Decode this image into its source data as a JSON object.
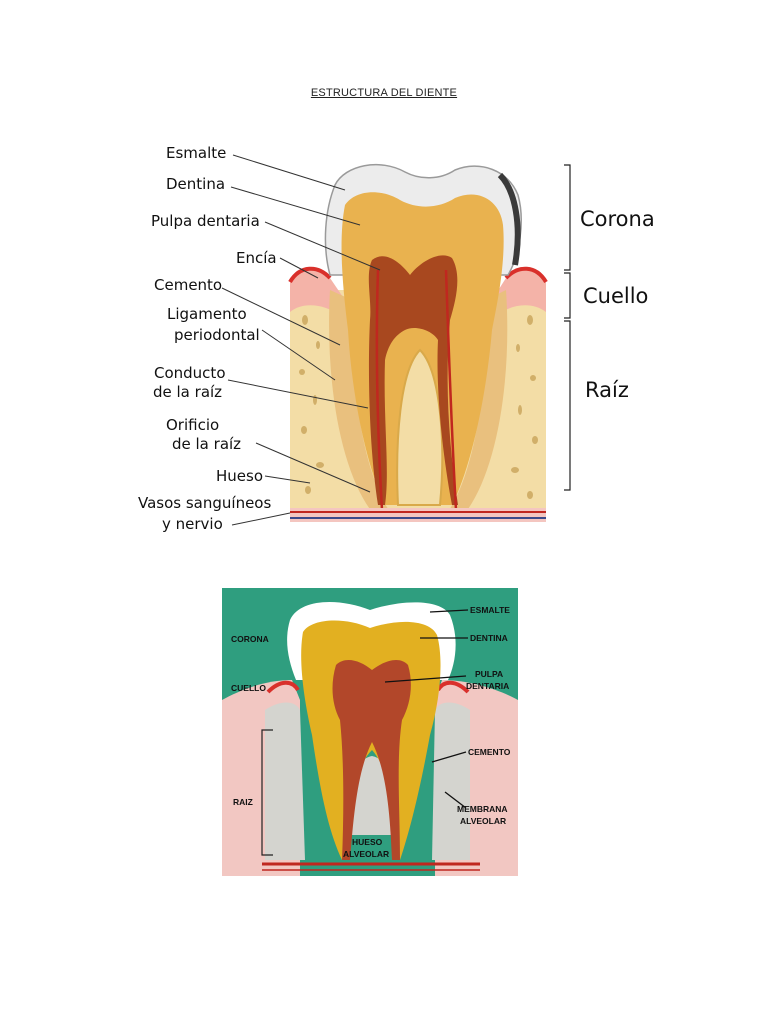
{
  "document": {
    "title": "ESTRUCTURA DEL DIENTE"
  },
  "figure1": {
    "labels": {
      "esmalte": "Esmalte",
      "dentina": "Dentina",
      "pulpa": "Pulpa dentaria",
      "encia": "Encía",
      "cemento": "Cemento",
      "ligamento_1": "Ligamento",
      "ligamento_2": "periodontal",
      "conducto_1": "Conducto",
      "conducto_2": "de la raíz",
      "orificio_1": "Orificio",
      "orificio_2": "de la raíz",
      "hueso": "Hueso",
      "vasos_1": "Vasos sanguíneos",
      "vasos_2": "y nervio"
    },
    "regions": {
      "corona": "Corona",
      "cuello": "Cuello",
      "raiz": "Raíz"
    }
  },
  "figure2": {
    "left_labels": {
      "corona": "CORONA",
      "cuello": "CUELLO",
      "raiz": "RAIZ"
    },
    "right_labels": {
      "esmalte": "ESMALTE",
      "dentina": "DENTINA",
      "pulpa_1": "PULPA",
      "pulpa_2": "DENTARIA",
      "cemento": "CEMENTO",
      "membrana_1": "MEMBRANA",
      "membrana_2": "ALVEOLAR"
    },
    "center_labels": {
      "hueso_1": "HUESO",
      "hueso_2": "ALVEOLAR"
    }
  }
}
